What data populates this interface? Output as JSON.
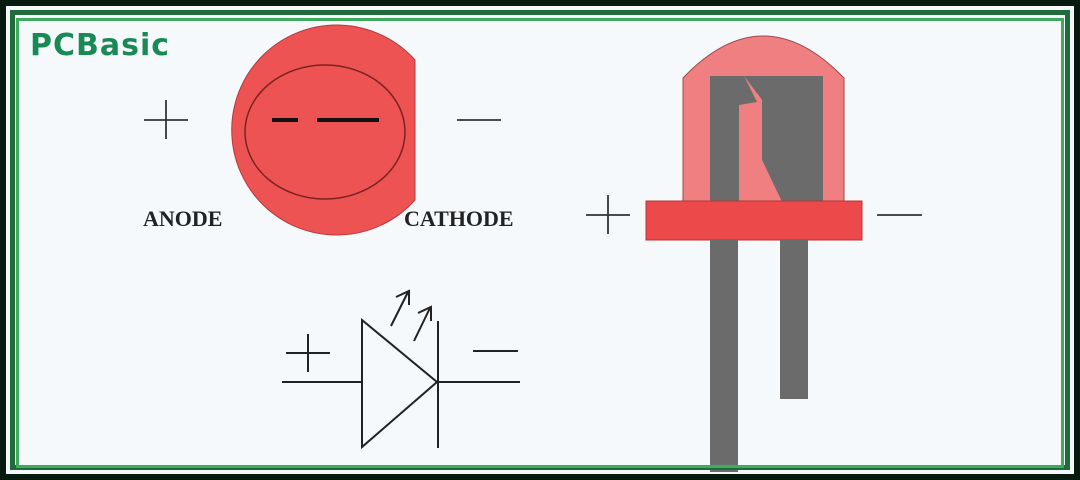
{
  "logo": {
    "text": "PCBasic",
    "color": "#1a8a55"
  },
  "top_view": {
    "anode_label": "ANODE",
    "cathode_label": "CATHODE",
    "anode_sign": "+",
    "cathode_sign": "—",
    "body_color": "#ee5353"
  },
  "symbol": {
    "anode_sign": "+",
    "cathode_sign": "—",
    "light_arrows": 2
  },
  "side_view": {
    "anode_sign": "+",
    "cathode_sign": "—",
    "dome_color": "#f07f82",
    "flange_color": "#ec4a4a",
    "lead_color": "#6b6b6b"
  },
  "frame": {
    "outer_color": "#1f6b3a",
    "inner_color": "#3daa5e",
    "background": "#061a0e"
  }
}
